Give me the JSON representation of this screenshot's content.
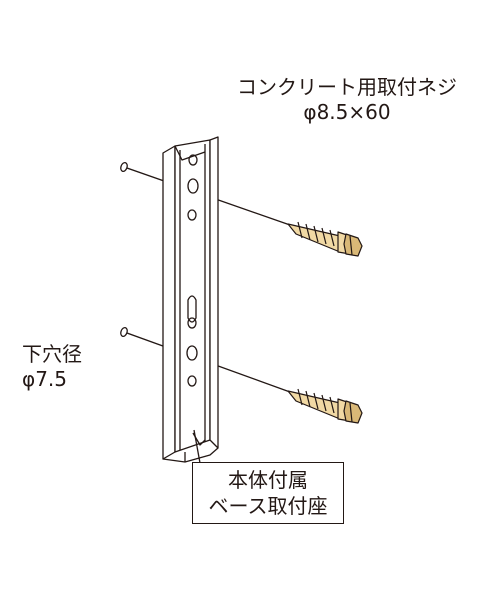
{
  "labels": {
    "screw_line1": "コンクリート用取付ネジ",
    "screw_line2": "φ8.5×60",
    "hole_line1": "下穴径",
    "hole_line2": "φ7.5",
    "base_line1": "本体付属",
    "base_line2": "ベース取付座"
  },
  "colors": {
    "line": "#231815",
    "screw_fill": "#f1d9a4",
    "screw_shadow": "#d9b877"
  }
}
